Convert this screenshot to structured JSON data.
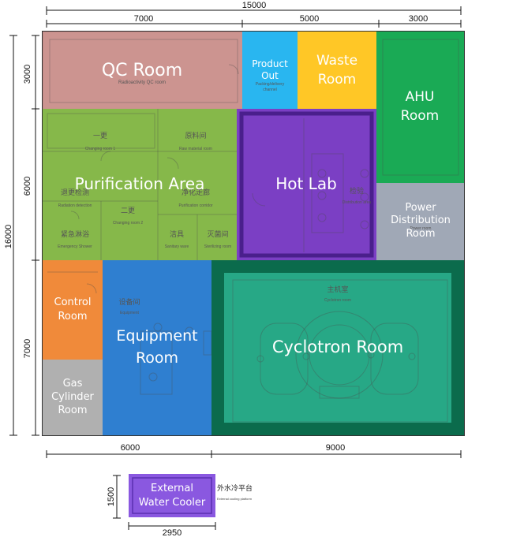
{
  "dimensions": {
    "top_total": "15000",
    "top_segments": [
      "7000",
      "5000",
      "3000"
    ],
    "left_total": "16000",
    "left_segments": [
      "3000",
      "6000",
      "7000"
    ],
    "bottom_segments": [
      "6000",
      "9000"
    ],
    "cooler_height": "1500",
    "cooler_width": "2950"
  },
  "rooms": {
    "qc": {
      "label": "QC Room",
      "sublabel": "Radioactivity QC room",
      "color": "#c98e8a"
    },
    "product_out": {
      "label_1": "Product",
      "label_2": "Out",
      "sublabel_1": "Packing/delivery",
      "sublabel_2": "channel",
      "color": "#29b6f0"
    },
    "waste": {
      "label_1": "Waste",
      "label_2": "Room",
      "color": "#ffc726"
    },
    "ahu": {
      "label_1": "AHU",
      "label_2": "Room",
      "color": "#1aaa55"
    },
    "purification": {
      "label": "Purification Area",
      "color": "#86b84a",
      "cn_1": "一更",
      "sub_1": "Changing room 1",
      "cn_2": "原料间",
      "sub_2": "Raw material room",
      "cn_3": "退更检测",
      "sub_3": "Radiation detection",
      "cn_4": "二更",
      "sub_4": "Changing room 2",
      "cn_5": "净化走廊",
      "sub_5": "Purification corridor",
      "cn_6": "紧急淋浴",
      "sub_6": "Emergency Shower",
      "cn_7": "洁具",
      "sub_7": "Sanitary ware",
      "cn_8": "灭菌间",
      "sub_8": "Sterilizing room"
    },
    "hot_lab": {
      "label": "Hot Lab",
      "color": "#7b3fc4",
      "cn_1": "检验",
      "sub_1": "Distribution area"
    },
    "power": {
      "label_1": "Power",
      "label_2": "Distribution",
      "label_3": "Room",
      "sublabel": "Power room",
      "color": "#a0a8b6"
    },
    "control": {
      "label_1": "Control",
      "label_2": "Room",
      "color": "#f08a3a"
    },
    "gas": {
      "label_1": "Gas",
      "label_2": "Cylinder",
      "label_3": "Room",
      "color": "#b0b0b0"
    },
    "equipment": {
      "label_1": "Equipment",
      "label_2": "Room",
      "cn": "设备间",
      "sublabel": "Equipment",
      "color": "#2f7fd0"
    },
    "cyclotron": {
      "label": "Cyclotron Room",
      "cn": "主机室",
      "sublabel": "Cyclotron room",
      "color": "#27a886",
      "border_color": "#0b6b4c"
    },
    "water_cooler": {
      "label_1": "External",
      "label_2": "Water Cooler",
      "cn": "外水冷平台",
      "sublabel": "External cooling platform",
      "color": "#8a58e0"
    }
  }
}
